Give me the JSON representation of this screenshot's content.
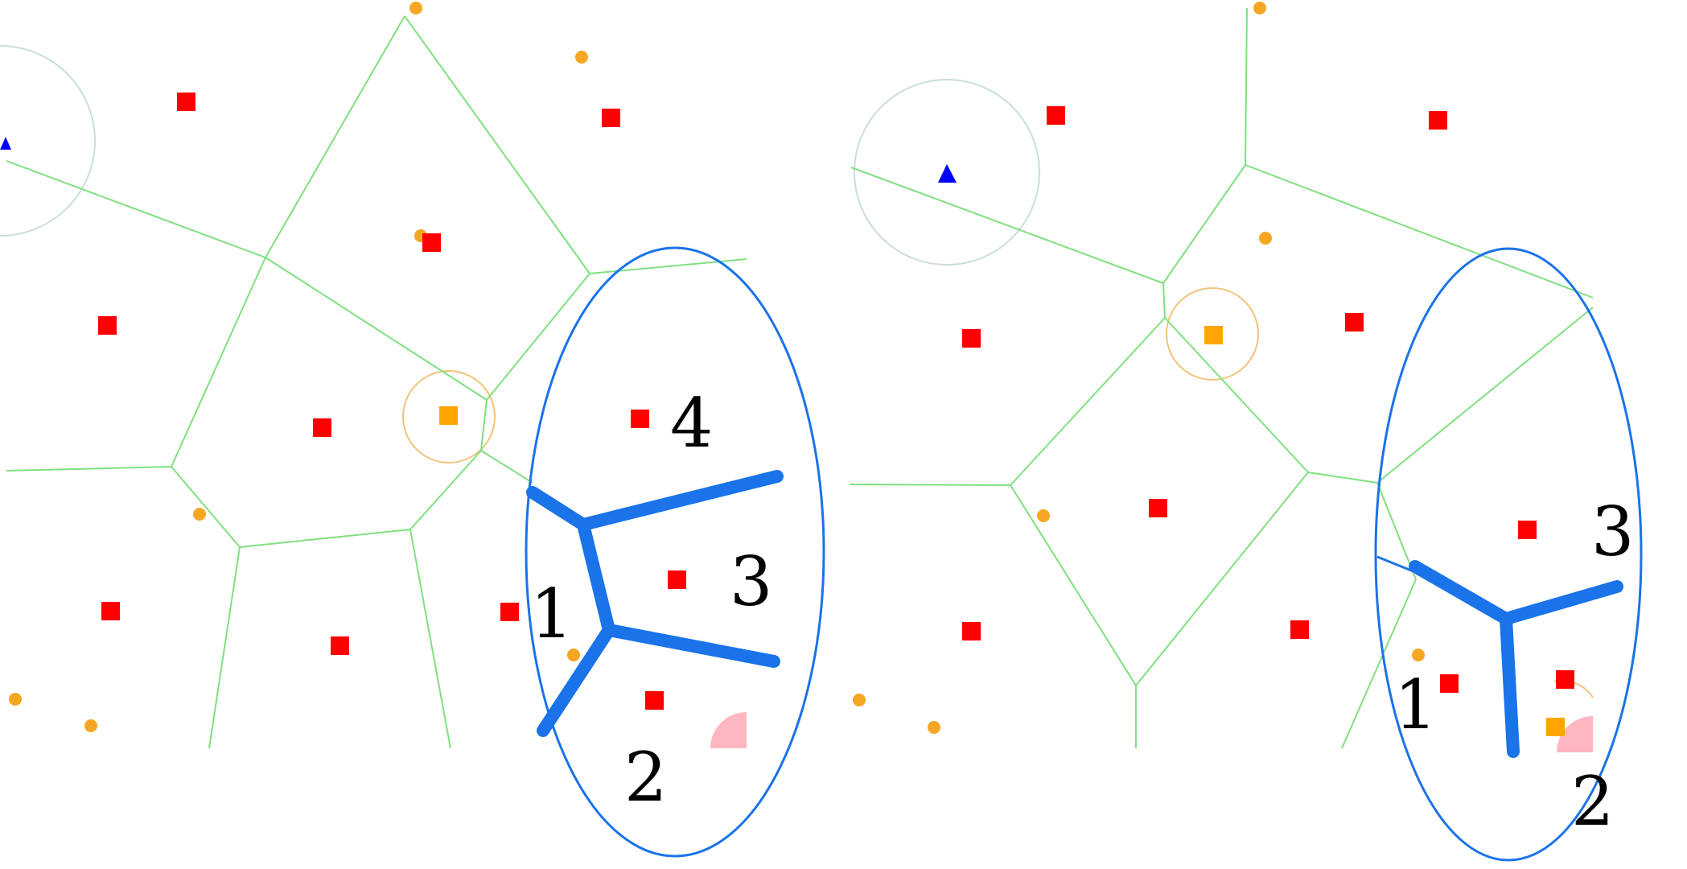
{
  "colors": {
    "voronoi_edge": "#7fe07f",
    "agent_square": "#ff0000",
    "goal_square": "#ffa500",
    "orange_dot": "#f5a623",
    "blue_triangle": "#0000ff",
    "highlight": "#1a73e8",
    "sensor_ring_orange": "#f3c27a",
    "sensor_ring_blue": "#c9dedc",
    "pink_sector": "#ffb6c1"
  },
  "icons": {
    "agent": "red-square-icon",
    "goal": "orange-square-icon",
    "item": "orange-dot-icon",
    "robot": "blue-triangle-icon"
  },
  "left_panel": {
    "region_labels": [
      "1",
      "2",
      "3",
      "4"
    ]
  },
  "right_panel": {
    "region_labels": [
      "1",
      "2",
      "3"
    ]
  }
}
